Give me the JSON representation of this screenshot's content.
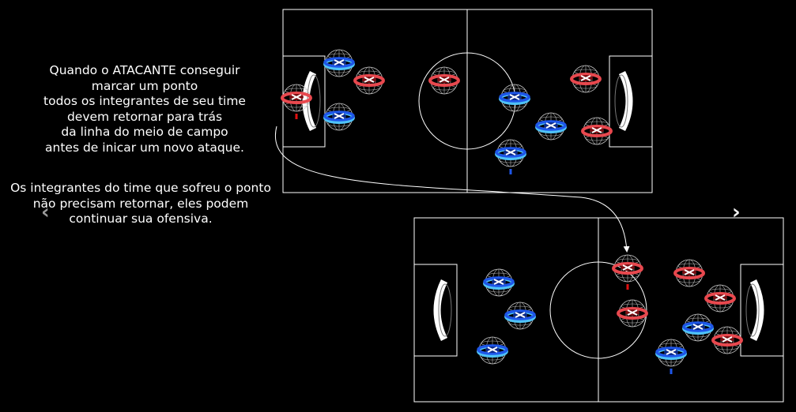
{
  "paragraphs": {
    "attack_rule": "Quando o ATACANTE conseguir\nmarcar um ponto\ntodos os integrantes de seu time\ndevem retornar para trás\nda linha do meio de campo\nantes de inicar um novo ataque.",
    "defense_rule": "Os integrantes do time que sofreu o ponto\nnão precisam retornar, eles podem\ncontinuar sua ofensiva."
  },
  "navigation": {
    "prev_glyph": "‹",
    "next_glyph": "›"
  },
  "colors": {
    "red_team": "#e8484e",
    "blue_team": "#1e56e8",
    "cyan_ring": "#4fc3f7",
    "field_line": "#ffffff",
    "background": "#000000"
  },
  "fields": [
    {
      "name": "before",
      "players": [
        {
          "team": "blue",
          "side": "left"
        },
        {
          "team": "red",
          "side": "left"
        },
        {
          "team": "red",
          "side": "left",
          "marker": true
        },
        {
          "team": "blue",
          "side": "left"
        },
        {
          "team": "red",
          "side": "left"
        },
        {
          "team": "blue",
          "side": "right"
        },
        {
          "team": "red",
          "side": "right"
        },
        {
          "team": "blue",
          "side": "right"
        },
        {
          "team": "red",
          "side": "right"
        },
        {
          "team": "blue",
          "side": "right",
          "marker": true
        }
      ]
    },
    {
      "name": "after",
      "players": [
        {
          "team": "blue",
          "side": "left"
        },
        {
          "team": "blue",
          "side": "left"
        },
        {
          "team": "blue",
          "side": "left"
        },
        {
          "team": "red",
          "side": "right",
          "marker": true
        },
        {
          "team": "red",
          "side": "right"
        },
        {
          "team": "red",
          "side": "right"
        },
        {
          "team": "red",
          "side": "right"
        },
        {
          "team": "blue",
          "side": "right"
        },
        {
          "team": "red",
          "side": "right"
        },
        {
          "team": "blue",
          "side": "right",
          "marker": true
        }
      ]
    }
  ]
}
